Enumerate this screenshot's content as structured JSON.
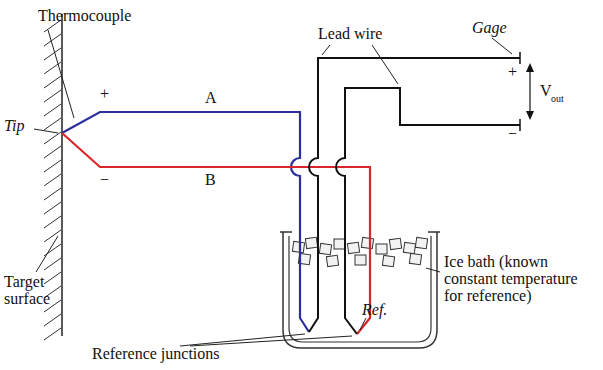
{
  "diagram": {
    "labels": [
      "Thermocouple",
      "+",
      "−",
      "Tip",
      "A",
      "B",
      "Lead wire",
      "Gage",
      "+",
      "−",
      "V",
      "out",
      "Target surface",
      "Ice bath (known constant temperature for reference)",
      "Ref.",
      "Reference junctions"
    ]
  }
}
